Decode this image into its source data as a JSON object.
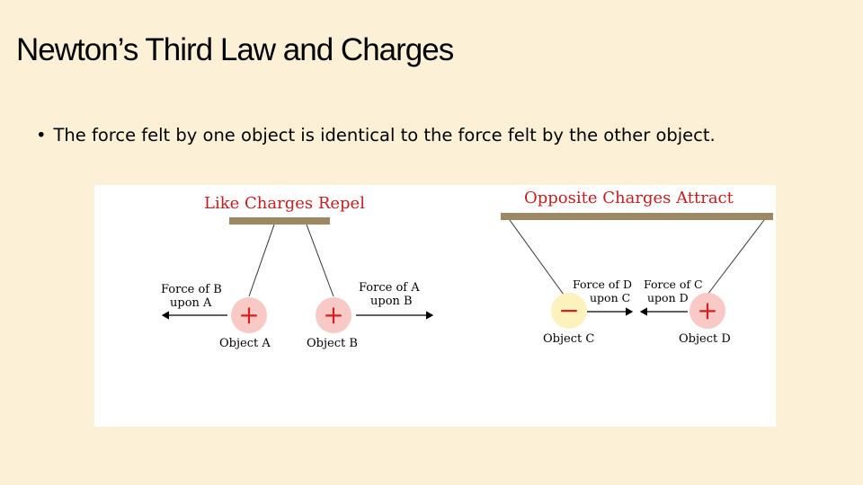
{
  "slide": {
    "title": "Newton’s Third Law and Charges",
    "bullet": "The force felt by one object is identical to the force felt by the other object."
  },
  "diagram": {
    "left_heading": "Like Charges Repel",
    "right_heading": "Opposite Charges Attract",
    "left": {
      "force_b_on_a": [
        "Force of B",
        "upon A"
      ],
      "force_a_on_b": [
        "Force of A",
        "upon B"
      ],
      "object_a_label": "Object A",
      "object_b_label": "Object B",
      "object_a_charge": "+",
      "object_b_charge": "+"
    },
    "right": {
      "force_d_on_c": [
        "Force of D",
        "upon C"
      ],
      "force_c_on_d": [
        "Force of C",
        "upon D"
      ],
      "object_c_label": "Object C",
      "object_d_label": "Object D",
      "object_c_charge": "−",
      "object_d_charge": "+"
    },
    "colors": {
      "heading": "#c0201f",
      "bar": "#9c8964",
      "positive_ball": "#f9c9c5",
      "positive_sign": "#d42020",
      "negative_ball": "#fbf2bd",
      "negative_sign": "#d42020",
      "slide_background": "#fcf1d6"
    }
  }
}
